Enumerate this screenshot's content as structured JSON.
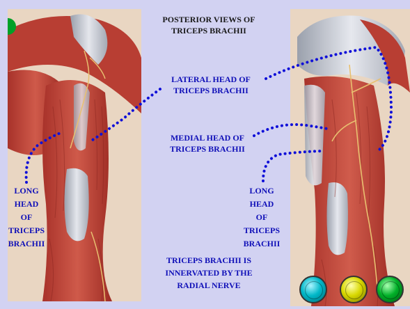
{
  "title": "POSTERIOR VIEWS OF\nTRICEPS BRACHII",
  "labels": {
    "lateral_head": "LATERAL HEAD OF\nTRICEPS BRACHII",
    "medial_head": "MEDIAL HEAD OF\nTRICEPS BRACHII",
    "long_head_left": "LONG\nHEAD\nOF\nTRICEPS\nBRACHII",
    "long_head_right": "LONG\nHEAD\nOF\nTRICEPS\nBRACHII",
    "innervation": "TRICEPS BRACHII IS\nINNERVATED BY  THE\nRADIAL NERVE"
  },
  "colors": {
    "background": "#d2d2f2",
    "title_text": "#1a1a1a",
    "label_text": "#1010b8",
    "leader_dots": "#1010d8",
    "muscle": "#c0433a",
    "tendon": "#c9ccd4"
  },
  "nav_buttons": [
    {
      "name": "cyan-nav-button",
      "color": "#00b8c8"
    },
    {
      "name": "yellow-nav-button",
      "color": "#d8d800"
    },
    {
      "name": "green-nav-button",
      "color": "#00b028"
    }
  ]
}
